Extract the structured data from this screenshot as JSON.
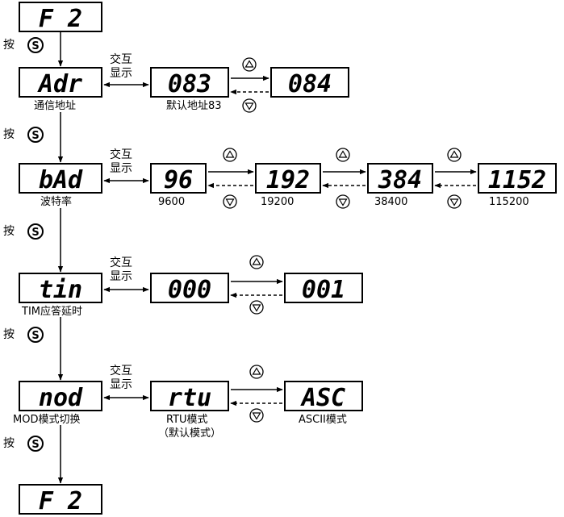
{
  "press_label": "按",
  "s_key": "S",
  "interact_label": [
    "交互",
    "显示"
  ],
  "up_symbol": "△",
  "down_symbol": "▽",
  "sections": {
    "start": {
      "display": "F 2"
    },
    "adr": {
      "display": "Adr",
      "caption": "通信地址",
      "values": [
        {
          "display": "083",
          "caption": "默认地址83"
        },
        {
          "display": "084",
          "caption": ""
        }
      ]
    },
    "bad": {
      "display": "bAd",
      "caption": "波特率",
      "values": [
        {
          "display": "96",
          "caption": "9600"
        },
        {
          "display": "192",
          "caption": "19200"
        },
        {
          "display": "384",
          "caption": "38400"
        },
        {
          "display": "1152",
          "caption": "115200"
        }
      ]
    },
    "tim": {
      "display": "tin",
      "caption": "TIM应答延时",
      "values": [
        {
          "display": "000",
          "caption": ""
        },
        {
          "display": "001",
          "caption": ""
        }
      ]
    },
    "mod": {
      "display": "nod",
      "caption": "MOD模式切换",
      "values": [
        {
          "display": "rtu",
          "caption": "RTU模式"
        },
        {
          "display": "ASC",
          "caption": "ASCII模式"
        }
      ],
      "default_note": "（默认模式）"
    },
    "end": {
      "display": "F 2"
    }
  }
}
